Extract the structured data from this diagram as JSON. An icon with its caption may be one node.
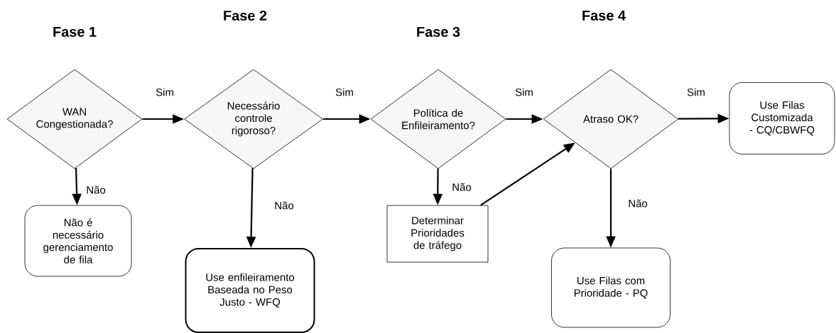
{
  "diagram": {
    "nodes": [
      {
        "text": [
          "WAN Congestionada?"
        ]
      },
      {
        "text": [
          "Necessário controle rigoroso?"
        ]
      },
      {
        "text": [
          "Política de Enfileiramento?"
        ]
      },
      {
        "text": [
          "Atraso OK?"
        ]
      },
      {
        "text": [
          "Use Filas Customizada - CQ/CBWFQ"
        ]
      },
      {
        "text": [
          "Não é necessário gerenciamento de fila"
        ]
      },
      {
        "text": [
          "Use enfileiramento Baseada no Peso Justo - WFQ"
        ]
      },
      {
        "text": [
          "Determinar Prioridades de tráfego"
        ]
      },
      {
        "text": [
          "Use Filas com Prioridade - PQ"
        ]
      }
    ],
    "edges": [
      {
        "from": 0,
        "to": 1,
        "arrow": "to",
        "label": "Sim"
      },
      {
        "from": 1,
        "to": 2,
        "arrow": "to",
        "label": "Sim"
      },
      {
        "from": 2,
        "to": 3,
        "arrow": "to",
        "label": "Sim"
      },
      {
        "from": 3,
        "to": 4,
        "arrow": "to",
        "label": "Sim"
      },
      {
        "from": 0,
        "to": 5,
        "arrow": "to",
        "label": "Não"
      },
      {
        "from": 1,
        "to": 6,
        "arrow": "to",
        "label": "Não"
      },
      {
        "from": 2,
        "to": 7,
        "arrow": "to",
        "label": "Não"
      },
      {
        "from": 7,
        "to": 3,
        "arrow": "to"
      },
      {
        "from": 3,
        "to": 8,
        "arrow": "to",
        "label": "Não"
      }
    ],
    "labels": [
      "Fase 1",
      "Fase 2",
      "Fase 3",
      "Fase 4"
    ]
  }
}
